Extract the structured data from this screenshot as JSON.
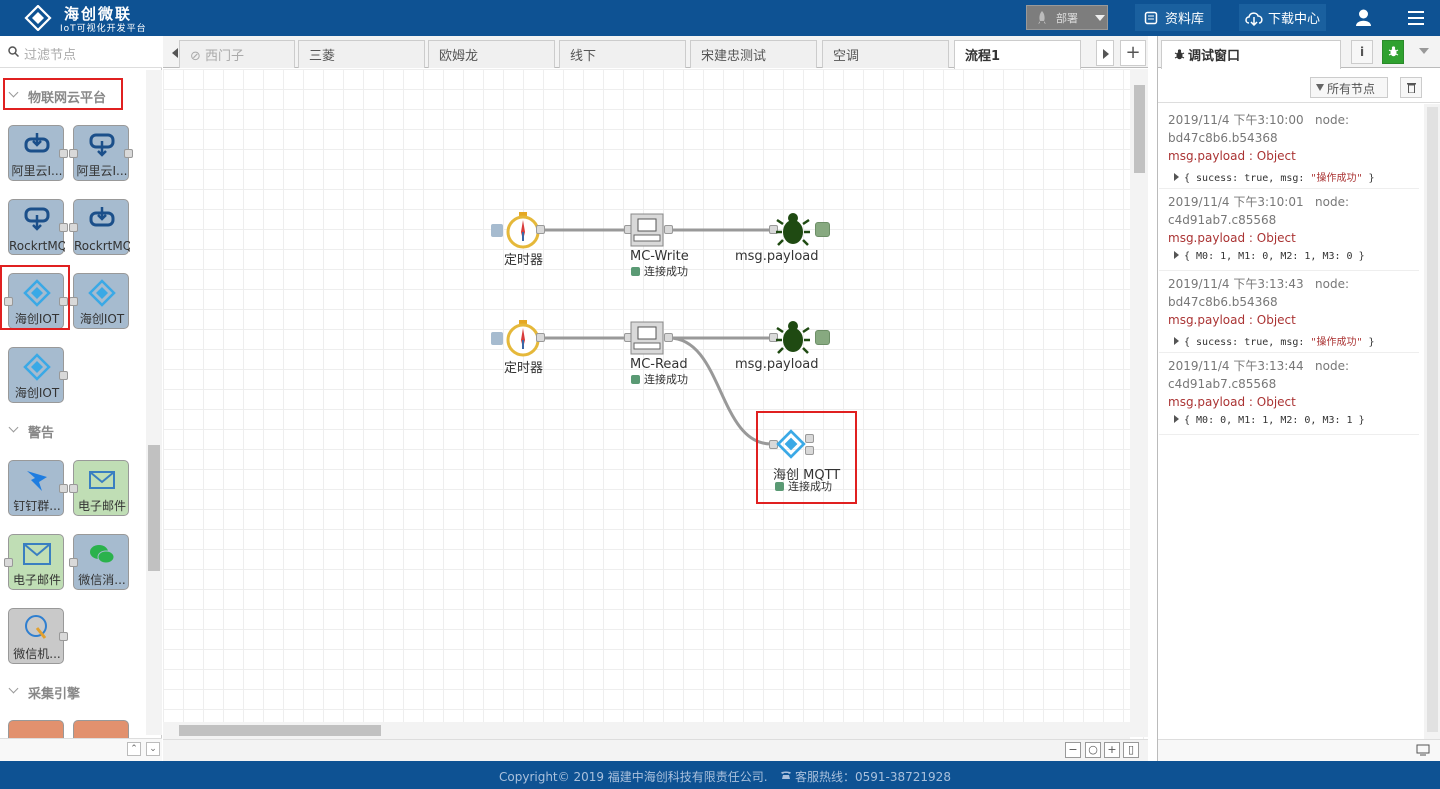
{
  "header": {
    "brand_title": "海创微联",
    "brand_subtitle": "IoT可视化开发平台",
    "deploy_label": "部署",
    "library_label": "资料库",
    "download_label": "下载中心"
  },
  "palette": {
    "filter_placeholder": "过滤节点",
    "categories": [
      {
        "label": "物联网云平台"
      },
      {
        "label": "警告"
      },
      {
        "label": "采集引擎"
      }
    ],
    "nodes": [
      {
        "label": "阿里云I..."
      },
      {
        "label": "阿里云I..."
      },
      {
        "label": "RockrtMQ"
      },
      {
        "label": "RockrtMQ"
      },
      {
        "label": "海创IOT"
      },
      {
        "label": "海创IOT"
      },
      {
        "label": "海创IOT"
      },
      {
        "label": "钉钉群..."
      },
      {
        "label": "电子邮件"
      },
      {
        "label": "电子邮件"
      },
      {
        "label": "微信消..."
      },
      {
        "label": "微信机..."
      }
    ]
  },
  "tabs": [
    {
      "label": "西门子"
    },
    {
      "label": "三菱"
    },
    {
      "label": "欧姆龙"
    },
    {
      "label": "线下"
    },
    {
      "label": "宋建忠测试"
    },
    {
      "label": "空调"
    },
    {
      "label": "流程1"
    }
  ],
  "flow": {
    "nodes": [
      {
        "label": "定时器"
      },
      {
        "label": "MC-Write",
        "status": "连接成功"
      },
      {
        "label": "msg.payload"
      },
      {
        "label": "定时器"
      },
      {
        "label": "MC-Read",
        "status": "连接成功"
      },
      {
        "label": "msg.payload"
      },
      {
        "label": "海创 MQTT",
        "status": "连接成功"
      }
    ]
  },
  "sidebar": {
    "tab_label": "调试窗口",
    "info_label": "i",
    "filter_label": "所有节点",
    "messages": [
      {
        "meta": "2019/11/4 下午3:10:00   node: bd47c8b6.b54368",
        "topic": "msg.payload : Object",
        "value_prefix": "{ sucess: true, msg: ",
        "value_str": "\"操作成功\"",
        "value_suffix": " }"
      },
      {
        "meta": "2019/11/4 下午3:10:01   node: c4d91ab7.c85568",
        "topic": "msg.payload : Object",
        "value_prefix": "{ M0: 1, M1: 0, M2: 1, M3: 0 }",
        "value_str": "",
        "value_suffix": ""
      },
      {
        "meta": "2019/11/4 下午3:13:43   node: bd47c8b6.b54368",
        "topic": "msg.payload : Object",
        "value_prefix": "{ sucess: true, msg: ",
        "value_str": "\"操作成功\"",
        "value_suffix": " }"
      },
      {
        "meta": "2019/11/4 下午3:13:44   node: c4d91ab7.c85568",
        "topic": "msg.payload : Object",
        "value_prefix": "{ M0: 0, M1: 1, M2: 0, M3: 1 }",
        "value_str": "",
        "value_suffix": ""
      }
    ]
  },
  "footer": {
    "copyright": "Copyright© 2019 福建中海创科技有限责任公司.",
    "hotline": "客服热线：0591-38721928"
  },
  "colors": {
    "header_bg": "#0e5293",
    "node_blue": "#a6bbcf",
    "node_green": "#c0deb5",
    "node_orange": "#e2916e",
    "debug_green": "#87a980",
    "highlight_red": "#e02020"
  }
}
